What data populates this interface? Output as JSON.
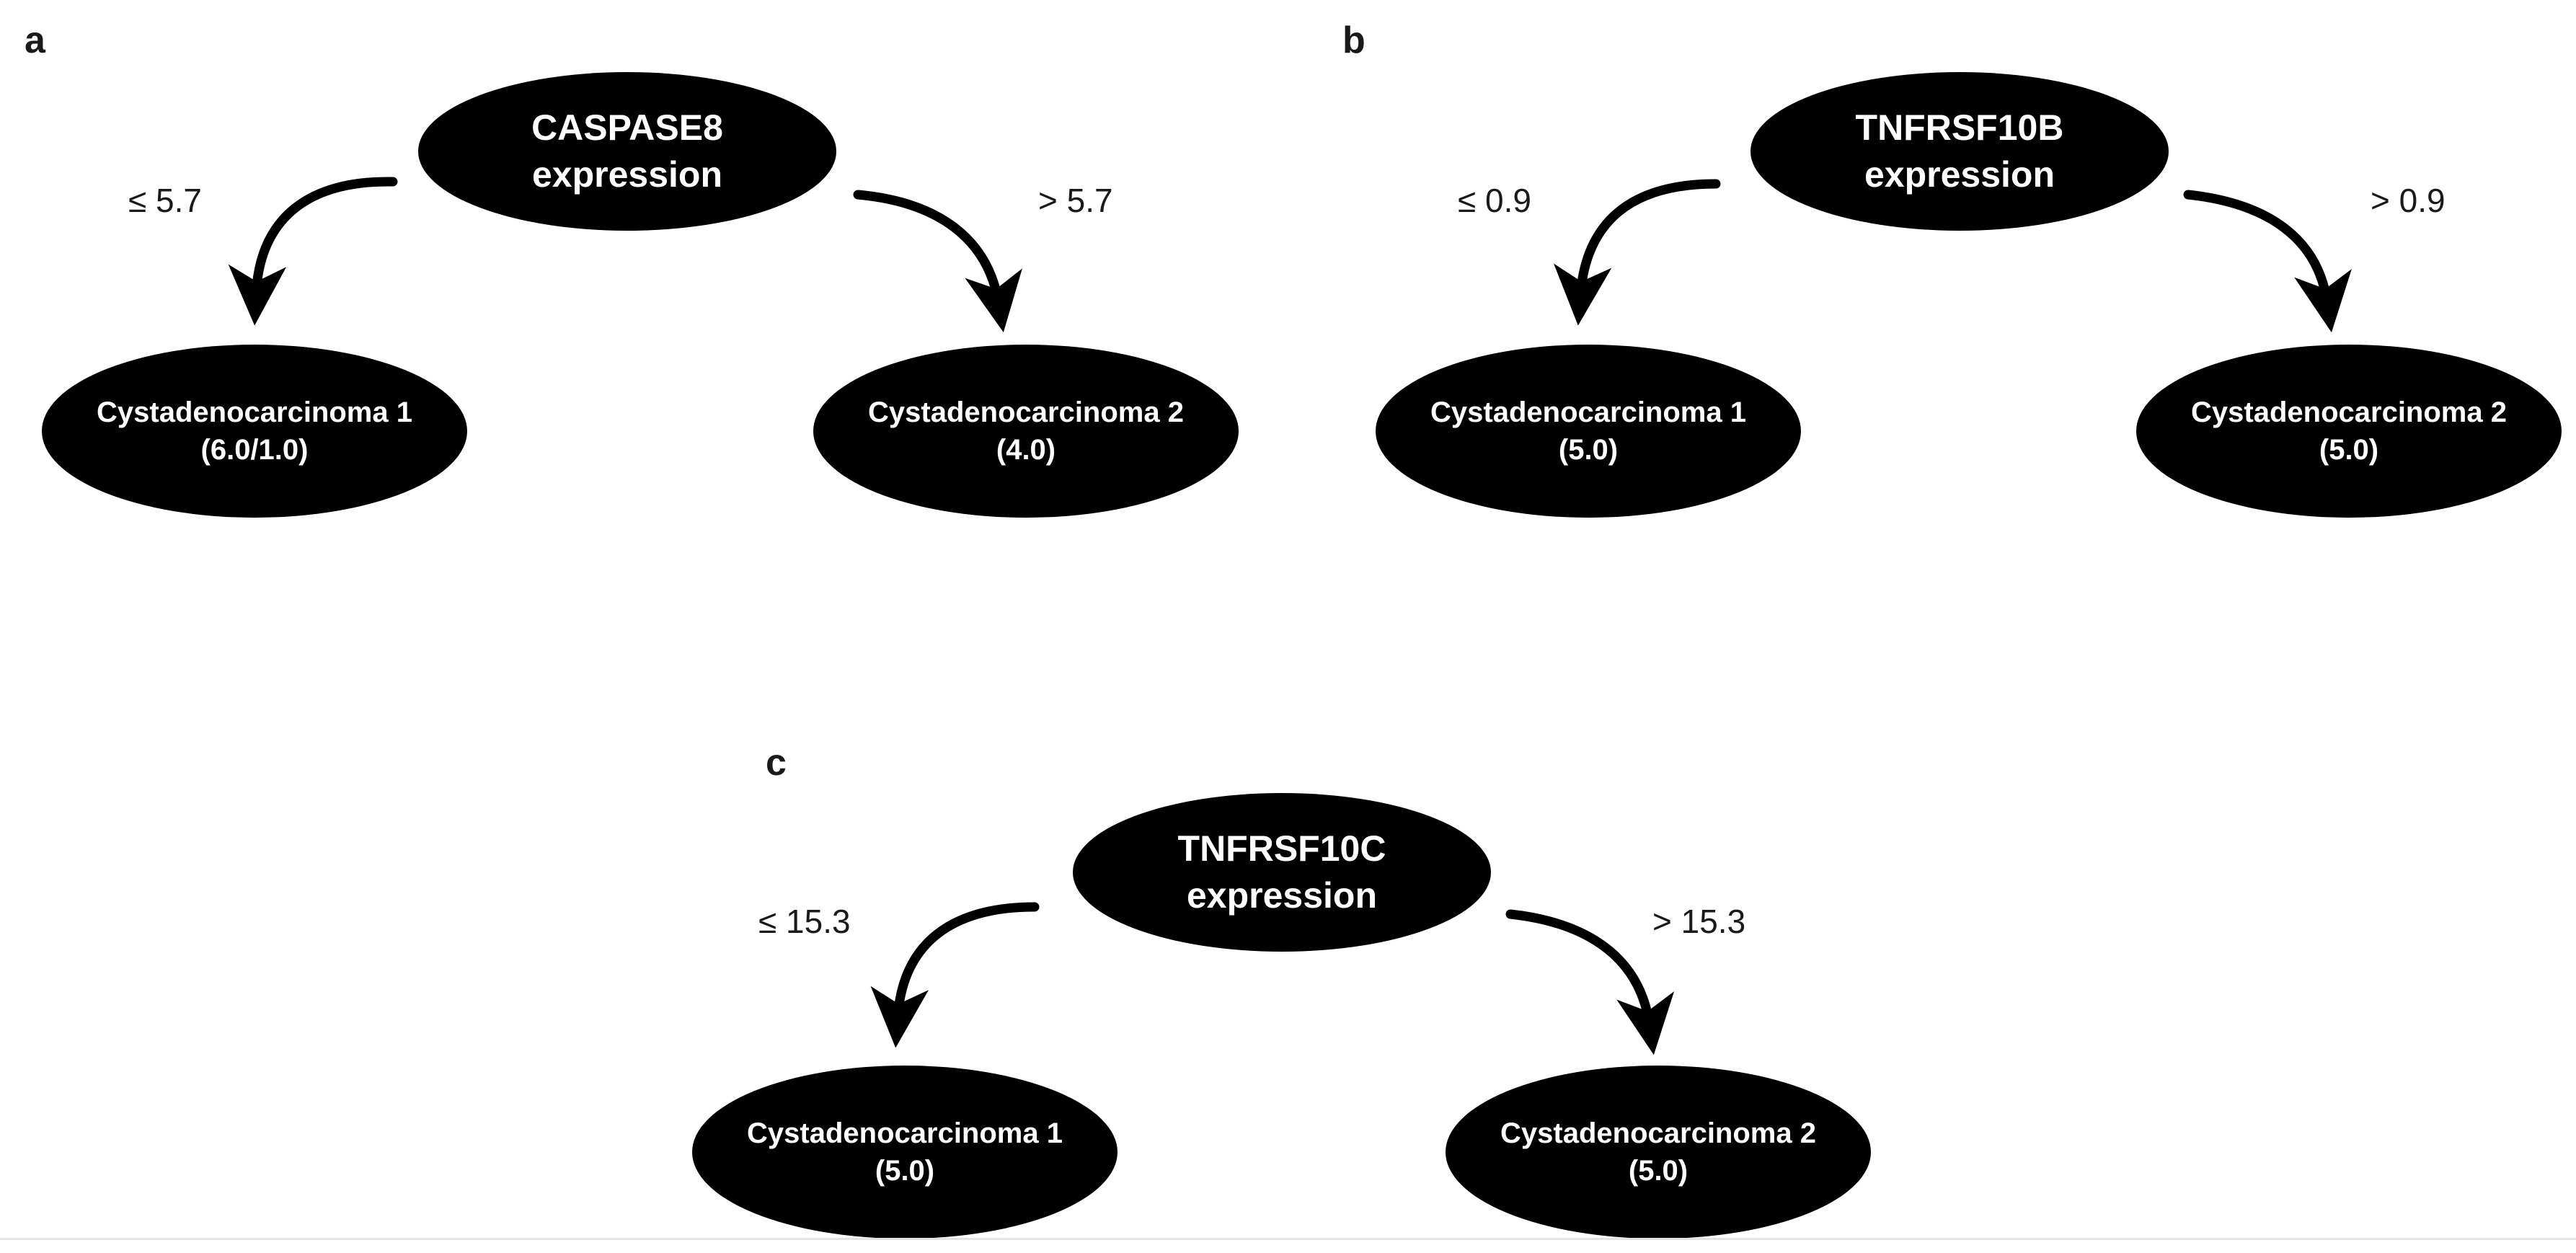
{
  "figure": {
    "background_color": "#ffffff",
    "node_color": "#000000",
    "node_text_color": "#ffffff",
    "label_text_color": "#1a1a1a",
    "rule_color": "#e3e3e3"
  },
  "panels": [
    {
      "letter": "a",
      "root": {
        "line1": "CASPASE8",
        "line2": "expression"
      },
      "left_edge_label": "≤ 5.7",
      "right_edge_label": "> 5.7",
      "left_leaf": {
        "line1": "Cystadenocarcinoma 1",
        "line2": "(6.0/1.0)"
      },
      "right_leaf": {
        "line1": "Cystadenocarcinoma 2",
        "line2": "(4.0)"
      }
    },
    {
      "letter": "b",
      "root": {
        "line1": "TNFRSF10B",
        "line2": "expression"
      },
      "left_edge_label": "≤ 0.9",
      "right_edge_label": "> 0.9",
      "left_leaf": {
        "line1": "Cystadenocarcinoma 1",
        "line2": "(5.0)"
      },
      "right_leaf": {
        "line1": "Cystadenocarcinoma 2",
        "line2": "(5.0)"
      }
    },
    {
      "letter": "c",
      "root": {
        "line1": "TNFRSF10C",
        "line2": "expression"
      },
      "left_edge_label": "≤ 15.3",
      "right_edge_label": "> 15.3",
      "left_leaf": {
        "line1": "Cystadenocarcinoma 1",
        "line2": "(5.0)"
      },
      "right_leaf": {
        "line1": "Cystadenocarcinoma 2",
        "line2": "(5.0)"
      }
    }
  ]
}
